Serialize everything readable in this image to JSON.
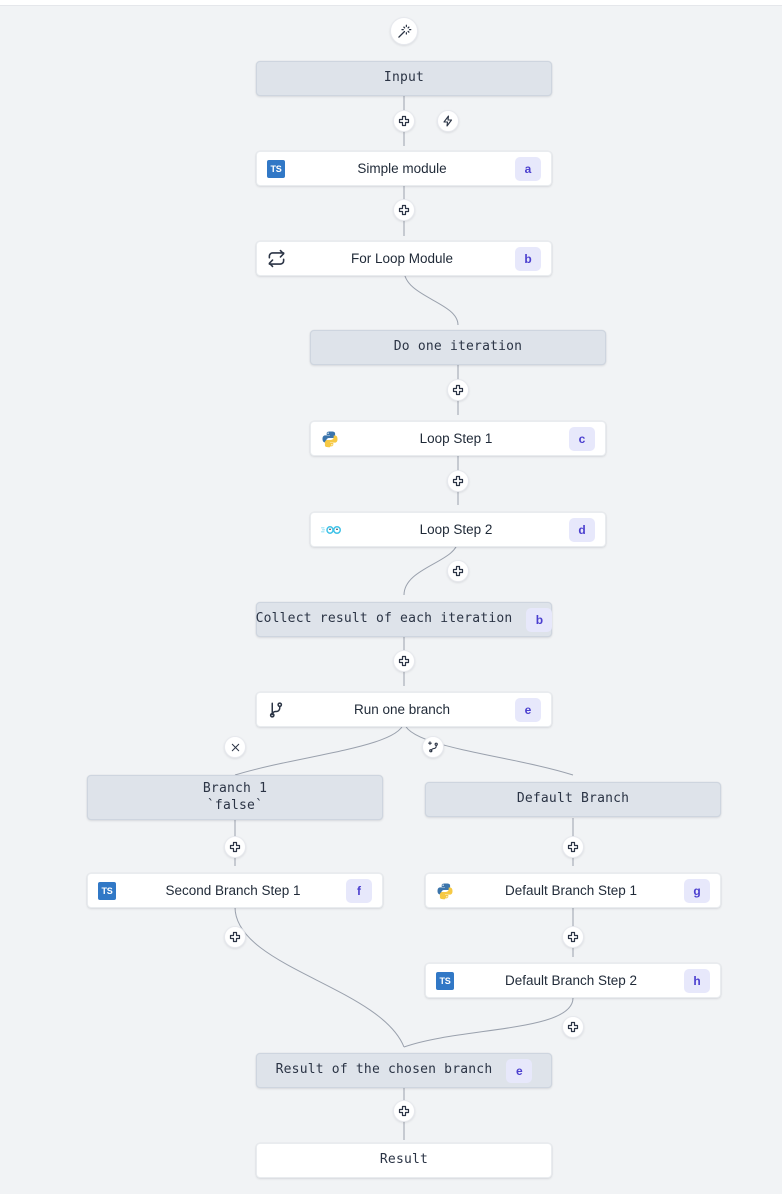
{
  "app": {
    "background": "#f1f3f5",
    "accent": "#4b3fcf",
    "badge_bg": "#e7e8fb",
    "virtual_node_bg": "#dee3ea",
    "module_node_bg": "#ffffff"
  },
  "graph": {
    "top_action": {
      "icon": "magic-wand-icon",
      "name": "ai-assistant-button"
    },
    "nodes": [
      {
        "id": "input",
        "label": "Input",
        "kind": "virtual",
        "badge": ""
      },
      {
        "id": "a",
        "label": "Simple module",
        "kind": "module",
        "badge": "a",
        "lang": "typescript"
      },
      {
        "id": "b",
        "label": "For Loop Module",
        "kind": "module",
        "badge": "b",
        "lang": "forloop"
      },
      {
        "id": "iteration",
        "label": "Do one iteration",
        "kind": "virtual",
        "badge": ""
      },
      {
        "id": "c",
        "label": "Loop Step 1",
        "kind": "module",
        "badge": "c",
        "lang": "python"
      },
      {
        "id": "d",
        "label": "Loop Step 2",
        "kind": "module",
        "badge": "d",
        "lang": "go"
      },
      {
        "id": "collect",
        "label": "Collect result of each iteration",
        "kind": "virtual",
        "badge": "b"
      },
      {
        "id": "e",
        "label": "Run one branch",
        "kind": "module",
        "badge": "e",
        "lang": "branch"
      },
      {
        "id": "branch1",
        "label": "Branch 1\n`false`",
        "kind": "virtual",
        "badge": ""
      },
      {
        "id": "defaultbr",
        "label": "Default Branch",
        "kind": "virtual",
        "badge": ""
      },
      {
        "id": "f",
        "label": "Second Branch Step 1",
        "kind": "module",
        "badge": "f",
        "lang": "typescript"
      },
      {
        "id": "g",
        "label": "Default Branch Step 1",
        "kind": "module",
        "badge": "g",
        "lang": "python"
      },
      {
        "id": "h",
        "label": "Default Branch Step 2",
        "kind": "module",
        "badge": "h",
        "lang": "typescript"
      },
      {
        "id": "chosen",
        "label": "Result of the chosen branch",
        "kind": "virtual",
        "badge": "e"
      },
      {
        "id": "result",
        "label": "Result",
        "kind": "result",
        "badge": ""
      }
    ],
    "edge_handles": [
      {
        "id": "h-input-a",
        "icon": "plus-icon"
      },
      {
        "id": "h-trigger",
        "icon": "lightning-icon"
      },
      {
        "id": "h-a-b",
        "icon": "plus-icon"
      },
      {
        "id": "h-iter-c",
        "icon": "plus-icon"
      },
      {
        "id": "h-c-d",
        "icon": "plus-icon"
      },
      {
        "id": "h-d-collect",
        "icon": "plus-icon"
      },
      {
        "id": "h-collect-e",
        "icon": "plus-icon"
      },
      {
        "id": "h-delete-branch",
        "icon": "close-icon"
      },
      {
        "id": "h-add-branch",
        "icon": "add-branch-icon"
      },
      {
        "id": "h-branch1-f",
        "icon": "plus-icon"
      },
      {
        "id": "h-default-g",
        "icon": "plus-icon"
      },
      {
        "id": "h-f-chosen",
        "icon": "plus-icon"
      },
      {
        "id": "h-g-h",
        "icon": "plus-icon"
      },
      {
        "id": "h-h-chosen",
        "icon": "plus-icon"
      },
      {
        "id": "h-chosen-result",
        "icon": "plus-icon"
      }
    ]
  }
}
